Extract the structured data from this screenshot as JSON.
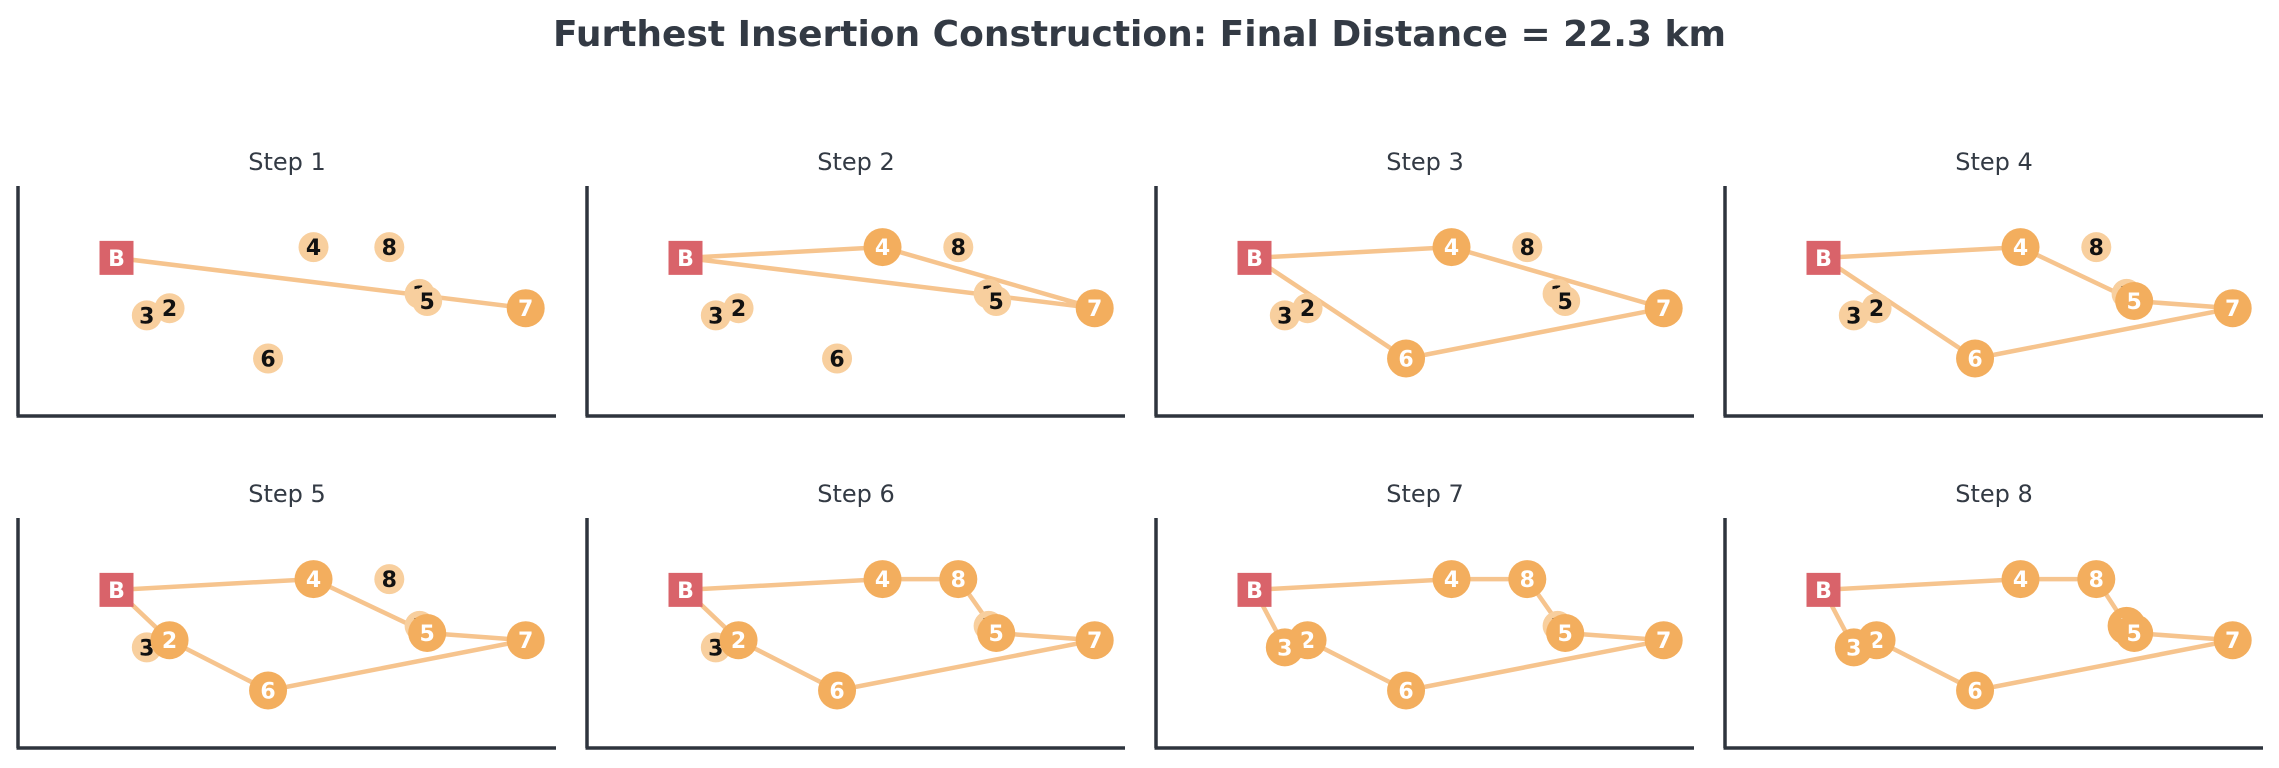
{
  "chart_data": {
    "type": "scatter",
    "title": "Furthest Insertion Construction: Final Distance = 22.3 km",
    "colors": {
      "route": "#f6c48e",
      "visited": "#f3ae5e",
      "unvisited": "#f8cf9e",
      "depot": "#d9636a",
      "axis": "#2e343d",
      "title": "#333a44"
    },
    "depot": {
      "label": "B",
      "x": 0.5,
      "y": 4.4
    },
    "nodes": [
      {
        "id": "1",
        "label": "1",
        "x": 4.5,
        "y": 3.4
      },
      {
        "id": "2",
        "label": "2",
        "x": 1.2,
        "y": 3.0
      },
      {
        "id": "3",
        "label": "3",
        "x": 0.9,
        "y": 2.8
      },
      {
        "id": "4",
        "label": "4",
        "x": 3.1,
        "y": 4.7
      },
      {
        "id": "5",
        "label": "5",
        "x": 4.6,
        "y": 3.2
      },
      {
        "id": "6",
        "label": "6",
        "x": 2.5,
        "y": 1.6
      },
      {
        "id": "7",
        "label": "7",
        "x": 5.9,
        "y": 3.0
      },
      {
        "id": "8",
        "label": "8",
        "x": 4.1,
        "y": 4.7
      }
    ],
    "xlim": [
      -0.8,
      6.3
    ],
    "ylim": [
      0.0,
      6.4
    ],
    "grid": false,
    "panels": [
      {
        "title": "Step 1",
        "tour": [
          "B",
          "7",
          "B"
        ]
      },
      {
        "title": "Step 2",
        "tour": [
          "B",
          "4",
          "7",
          "B"
        ]
      },
      {
        "title": "Step 3",
        "tour": [
          "B",
          "4",
          "7",
          "6",
          "B"
        ]
      },
      {
        "title": "Step 4",
        "tour": [
          "B",
          "4",
          "5",
          "7",
          "6",
          "B"
        ]
      },
      {
        "title": "Step 5",
        "tour": [
          "B",
          "4",
          "5",
          "7",
          "6",
          "2",
          "B"
        ]
      },
      {
        "title": "Step 6",
        "tour": [
          "B",
          "4",
          "8",
          "5",
          "7",
          "6",
          "2",
          "B"
        ]
      },
      {
        "title": "Step 7",
        "tour": [
          "B",
          "4",
          "8",
          "5",
          "7",
          "6",
          "2",
          "3",
          "B"
        ]
      },
      {
        "title": "Step 8",
        "tour": [
          "B",
          "4",
          "8",
          "1",
          "5",
          "7",
          "6",
          "2",
          "3",
          "B"
        ]
      }
    ]
  }
}
